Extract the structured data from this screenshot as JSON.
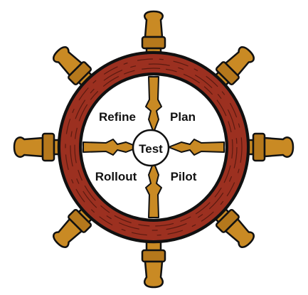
{
  "diagram": {
    "center_label": "Test",
    "quadrants": {
      "top_left": "Refine",
      "top_right": "Plan",
      "bottom_left": "Rollout",
      "bottom_right": "Pilot"
    }
  },
  "colors": {
    "rim_wood": "#9c3020",
    "rim_grain": "#5b1a10",
    "spoke_wood": "#c98a24",
    "spoke_dark": "#8a5a12",
    "outline": "#111111",
    "hub_fill": "#ffffff"
  },
  "icons": {
    "wheel": "ships-wheel-icon"
  }
}
